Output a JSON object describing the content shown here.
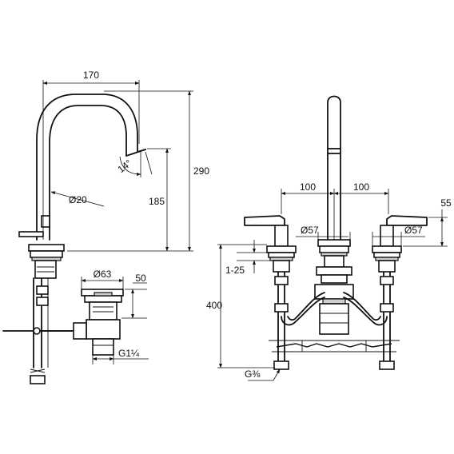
{
  "left_view": {
    "dim_width": "170",
    "dim_height_total": "290",
    "dim_height_spout": "185",
    "dim_angle": "14°",
    "dim_tube_dia": "Ø20",
    "dim_waste_dia": "Ø63",
    "dim_waste_height": "50",
    "dim_waste_thread": "G1¼"
  },
  "right_view": {
    "dim_spacing_left": "100",
    "dim_spacing_right": "100",
    "dim_handle_height": "55",
    "dim_base_dia_left": "Ø57",
    "dim_base_dia_right": "Ø57",
    "dim_deck_range": "1-25",
    "dim_total_height": "400",
    "dim_conn_thread": "G⅜"
  }
}
